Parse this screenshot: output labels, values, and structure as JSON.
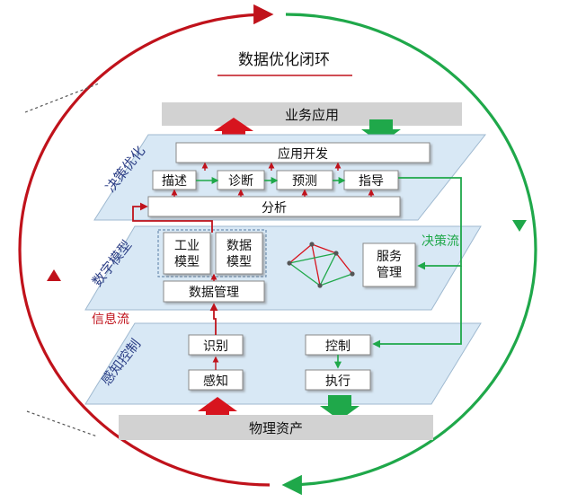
{
  "title": "数据优化闭环",
  "top_bar": "业务应用",
  "bottom_bar": "物理资产",
  "layers": {
    "decision": {
      "side_label": "决策优化",
      "app_dev": "应用开发",
      "steps": [
        "描述",
        "诊断",
        "预测",
        "指导"
      ],
      "analysis": "分析"
    },
    "model": {
      "side_label": "数字模型",
      "industrial_model": "工业\n模型",
      "data_model": "数据\n模型",
      "data_mgmt": "数据管理",
      "service_mgmt": "服务\n管理"
    },
    "sensing": {
      "side_label": "感知控制",
      "identify": "识别",
      "perceive": "感知",
      "control": "控制",
      "execute": "执行"
    }
  },
  "flows": {
    "info": "信息流",
    "decision": "决策流"
  },
  "colors": {
    "info_red": "#c0121b",
    "decision_green": "#1fa84a",
    "layer_fill": "#d8e8f5",
    "layer_stroke": "#9fb9d0",
    "bar_gray": "#d2d2d2",
    "side_text": "#2c3f86"
  }
}
